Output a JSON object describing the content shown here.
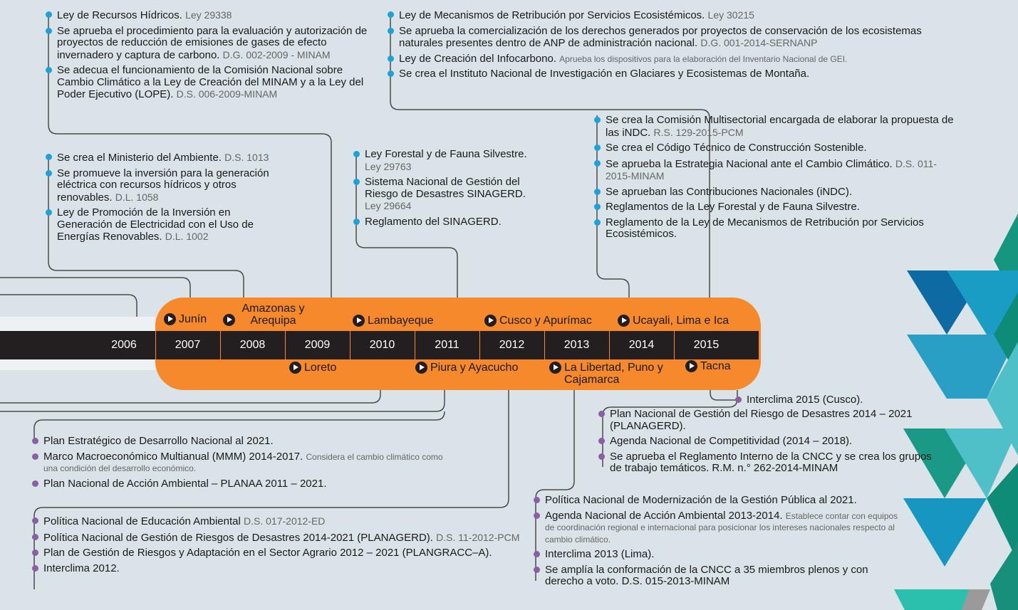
{
  "timeline": {
    "years": [
      "2006",
      "2007",
      "2008",
      "2009",
      "2010",
      "2011",
      "2012",
      "2013",
      "2014",
      "2015"
    ],
    "regions_top": [
      "Junín",
      "Amazonas y Arequipa",
      "Lambayeque",
      "Cusco y Apurímac",
      "Ucayali, Lima e Ica"
    ],
    "regions_bottom": [
      "Loreto",
      "Piura y Ayacucho",
      "La Libertad, Puno y Cajamarca",
      "Tacna"
    ]
  },
  "blocks": {
    "top_2009": [
      {
        "main": "Ley de Recursos Hídricos.",
        "ref": "Ley 29338"
      },
      {
        "main": "Se aprueba el procedimiento para la evaluación y autorización de proyectos de reducción de emisiones de gases de efecto invernadero y captura de carbono.",
        "ref": "D.G. 002-2009 - MINAM"
      },
      {
        "main": "Se adecua el funcionamiento de la Comisión Nacional sobre Cambio Climático a la Ley de Creación del MINAM y a la Ley del Poder Ejecutivo (LOPE).",
        "ref": "D.S. 006-2009-MINAM"
      }
    ],
    "top_2008": [
      {
        "main": "Se crea el Ministerio del Ambiente.",
        "ref": "D.S. 1013"
      },
      {
        "main": "Se promueve la inversión para la generación eléctrica con recursos hídricos y otros renovables.",
        "ref": "D.L. 1058"
      },
      {
        "main": "Ley de Promoción de la Inversión en Generación de Electricidad con el Uso de Energías Renovables.",
        "ref": "D.L. 1002"
      }
    ],
    "top_2011": [
      {
        "main": "Ley Forestal y de Fauna Silvestre.",
        "ref": "Ley 29763"
      },
      {
        "main": "Sistema Nacional de Gestión del Riesgo de Desastres SINAGERD.",
        "ref": "Ley 29664"
      },
      {
        "main": "Reglamento del SINAGERD.",
        "ref": ""
      }
    ],
    "top_2014": [
      {
        "main": "Ley de Mecanismos de Retribución por Servicios Ecosistémicos.",
        "ref": "Ley 30215"
      },
      {
        "main": "Se aprueba la comercialización de los derechos generados por proyectos de conservación de los ecosistemas naturales presentes dentro de ANP de administración nacional.",
        "ref": "D.G. 001-2014-SERNANP"
      },
      {
        "main": "Ley de Creación del Infocarbono.",
        "ref": "Aprueba los dispositivos para la elaboración del Inventario Nacional de GEI."
      },
      {
        "main": "Se crea el Instituto Nacional de Investigación en Glaciares y Ecosistemas de Montaña.",
        "ref": ""
      }
    ],
    "top_2015": [
      {
        "main": "Se crea la Comisión Multisectorial encargada de elaborar la propuesta de las iNDC.",
        "ref": "R.S. 129-2015-PCM"
      },
      {
        "main": "Se crea el Código Técnico de Construcción Sostenible.",
        "ref": ""
      },
      {
        "main": "Se aprueba la Estrategia Nacional ante el Cambio Climático.",
        "ref": "D.S. 011-2015-MINAM"
      },
      {
        "main": "Se aprueban las Contribuciones Nacionales (iNDC).",
        "ref": ""
      },
      {
        "main": "Reglamentos de la Ley Forestal y de Fauna Silvestre.",
        "ref": ""
      },
      {
        "main": "Reglamento de la Ley de Mecanismos de Retribución por Servicios Ecosistémicos.",
        "ref": ""
      }
    ],
    "bot_2010": [
      {
        "main": "Plan Estratégico de Desarrollo Nacional al 2021.",
        "ref": ""
      },
      {
        "main": "Marco Macroeconómico Multianual (MMM) 2014-2017.",
        "note": "Considera el cambio climático como una condición del desarrollo económico."
      },
      {
        "main": "Plan Nacional de Acción Ambiental – PLANAA 2011 – 2021.",
        "ref": ""
      }
    ],
    "bot_2012": [
      {
        "main": "Política Nacional de Educación Ambiental",
        "ref": "D.S. 017-2012-ED"
      },
      {
        "main": "Política Nacional de Gestión de Riesgos de Desastres 2014-2021 (PLANAGERD).",
        "ref": "D.S. 11-2012-PCM"
      },
      {
        "main": "Plan de Gestión de Riesgos y Adaptación en el Sector Agrario 2012 – 2021 (PLANGRACC–A).",
        "ref": ""
      },
      {
        "main": "Interclima 2012.",
        "ref": ""
      }
    ],
    "bot_2013": [
      {
        "main": "Política Nacional de Modernización de la Gestión Pública al 2021.",
        "ref": ""
      },
      {
        "main": "Agenda Nacional de Acción Ambiental 2013-2014.",
        "note": "Establece contar con equipos de coordinación regional e internacional para posicionar los intereses nacionales respecto al cambio climático."
      },
      {
        "main": "Interclima 2013 (Lima).",
        "ref": ""
      },
      {
        "main": "Se amplía la conformación de la CNCC a 35 miembros plenos y con derecho a voto. D.S. 015-2013-MINAM",
        "ref": ""
      }
    ],
    "bot_2014": [
      {
        "main": "Plan Nacional de Gestión del Riesgo de Desastres 2014 – 2021 (PLANAGERD).",
        "ref": ""
      },
      {
        "main": "Agenda Nacional de Competitividad (2014 – 2018).",
        "ref": ""
      },
      {
        "main": "Se aprueba el Reglamento Interno de la CNCC y se crea los grupos de trabajo temáticos. R.M. n.° 262-2014-MINAM",
        "ref": ""
      }
    ],
    "bot_2015": [
      {
        "main": "Interclima 2015 (Cusco).",
        "ref": ""
      }
    ]
  },
  "colors": {
    "orange": "#f5892b",
    "dark": "#231f20",
    "blue_dot": "#1da1d9",
    "purple_dot": "#8c5ea3",
    "line": "#4a4a4a",
    "background": "#d9e3e8"
  }
}
